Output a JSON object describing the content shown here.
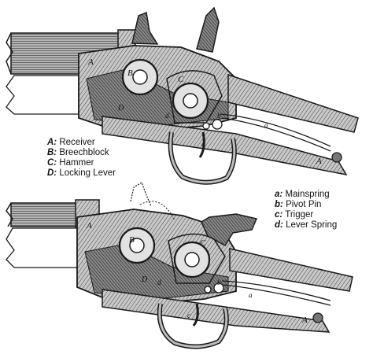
{
  "legend_upper": [
    {
      "key": "A:",
      "label": "Receiver"
    },
    {
      "key": "B:",
      "label": "Breechblock"
    },
    {
      "key": "C:",
      "label": "Hammer"
    },
    {
      "key": "D:",
      "label": "Locking Lever"
    }
  ],
  "legend_lower": [
    {
      "key": "a:",
      "label": "Mainspring"
    },
    {
      "key": "b:",
      "label": "Pivot Pin"
    },
    {
      "key": "c:",
      "label": "Trigger"
    },
    {
      "key": "d:",
      "label": "Lever Spring"
    }
  ],
  "callouts": {
    "receiver": "A",
    "breechblock": "B",
    "hammer": "C",
    "locking_lever": "D",
    "mainspring": "a",
    "pivot_pin": "b",
    "trigger": "c",
    "lever_spring": "d"
  },
  "colors": {
    "ink": "#1a1a1a",
    "paper": "#ffffff",
    "metal": "#9a9a9a",
    "dark_metal": "#555555"
  }
}
